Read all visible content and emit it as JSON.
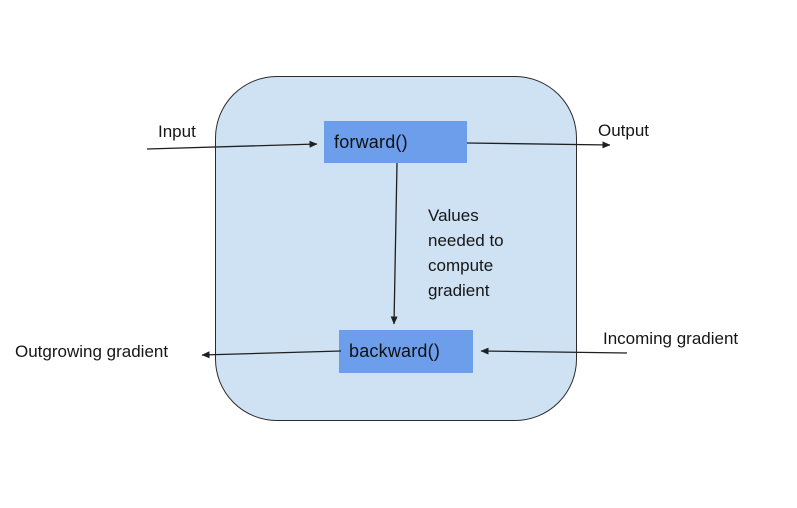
{
  "diagram": {
    "colors": {
      "container_fill": "#cfe2f3",
      "node_fill": "#6d9eeb",
      "line": "#1f1f1f",
      "text": "#161616",
      "canvas_bg": "#ffffff"
    },
    "nodes": {
      "forward": {
        "label": "forward()"
      },
      "backward": {
        "label": "backward()"
      }
    },
    "labels": {
      "input": "Input",
      "output": "Output",
      "incoming_gradient": "Incoming gradient",
      "outgrowing_gradient": "Outgrowing gradient",
      "values_note": "Values needed to compute gradient"
    }
  }
}
